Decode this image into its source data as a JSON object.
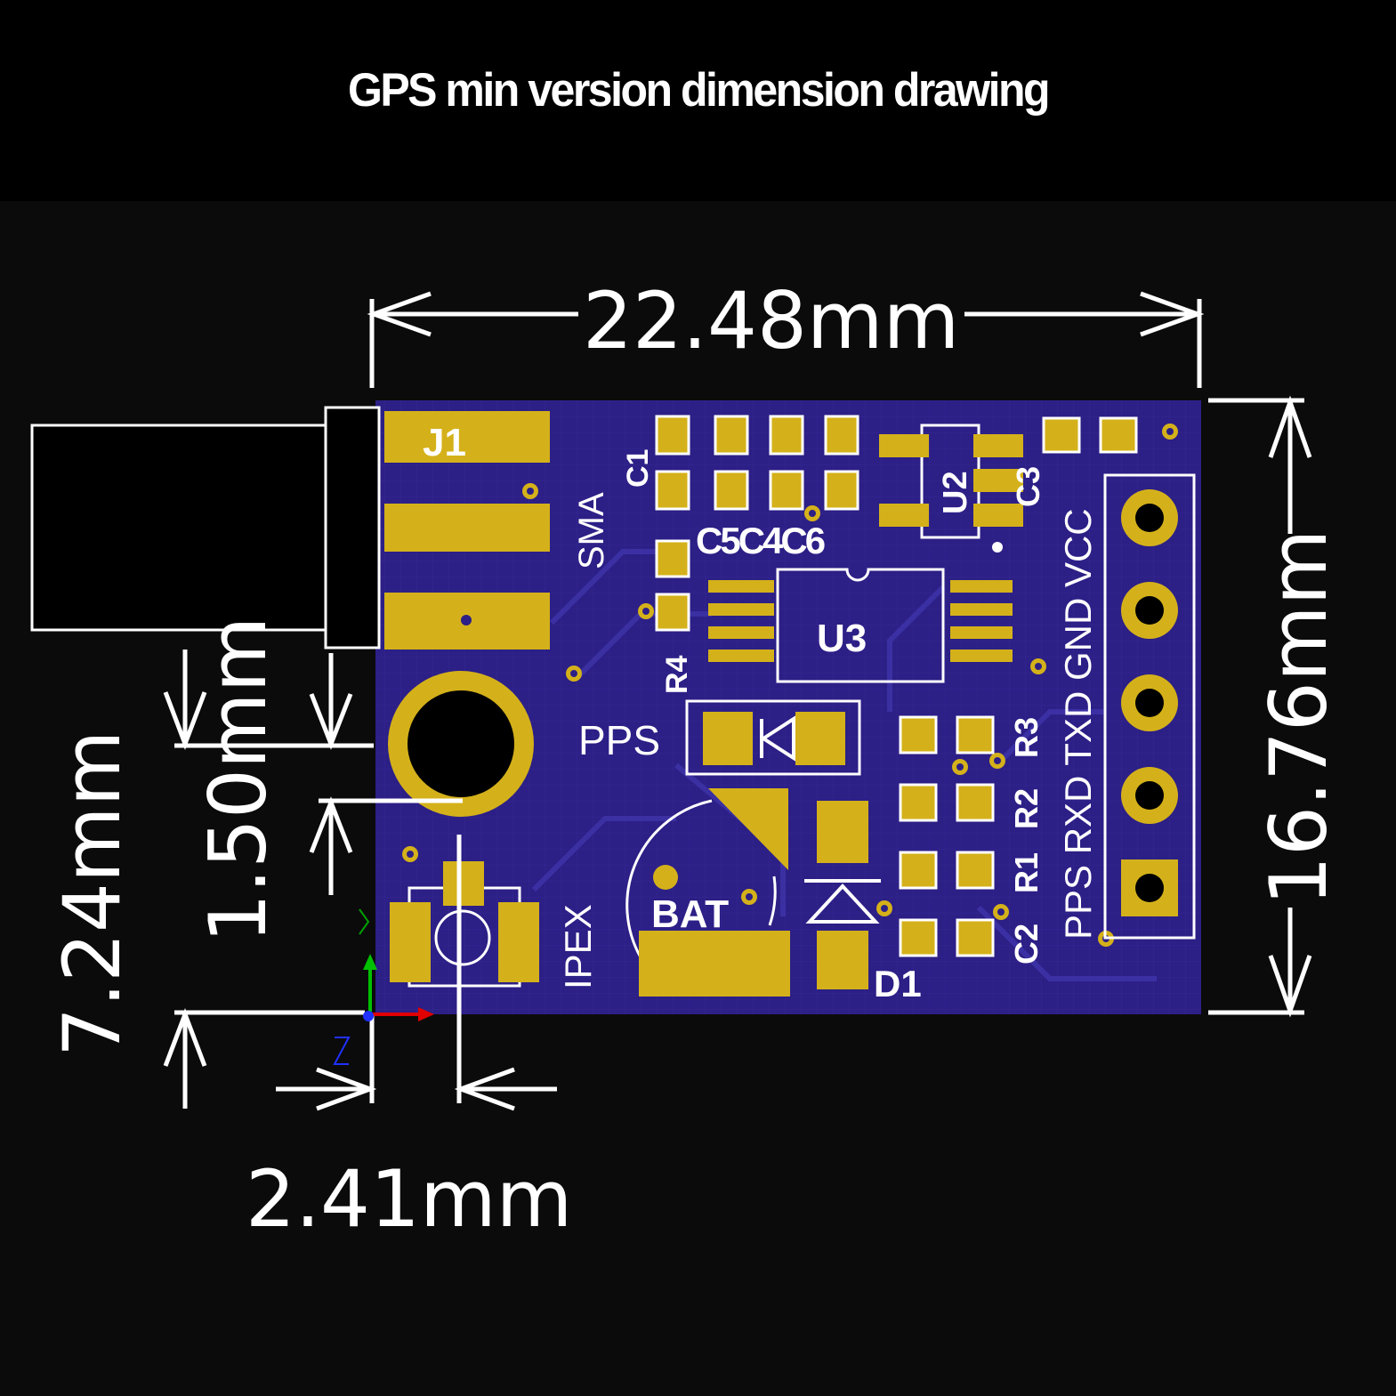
{
  "title": "GPS min version dimension drawing",
  "dimensions": {
    "width": "22.48mm",
    "height": "16.76mm",
    "antenna_offset": "7.24mm",
    "hole_offset": "1.50mm",
    "edge_offset": "2.41mm"
  },
  "silkscreen": {
    "j1": "J1",
    "sma": "SMA",
    "c1": "C1",
    "c5c4c6": "C5C4C6",
    "u2": "U2",
    "c3": "C3",
    "u3": "U3",
    "r4": "R4",
    "pps": "PPS",
    "r3": "R3",
    "r2": "R2",
    "r1": "R1",
    "c2": "C2",
    "bat": "BAT",
    "ipex": "IPEX",
    "d1": "D1",
    "pin_labels": "PPS RXD TXD GND VCC"
  },
  "colors": {
    "board": "#2c1f86",
    "pad": "#d4b11a",
    "silk": "#ffffff",
    "background": "#0b0b0b",
    "axis_x": "#e00000",
    "axis_y": "#00c000",
    "axis_z": "#2030ff"
  },
  "icons": [
    "diode-icon",
    "pin-header-icon",
    "axis-origin-icon"
  ]
}
